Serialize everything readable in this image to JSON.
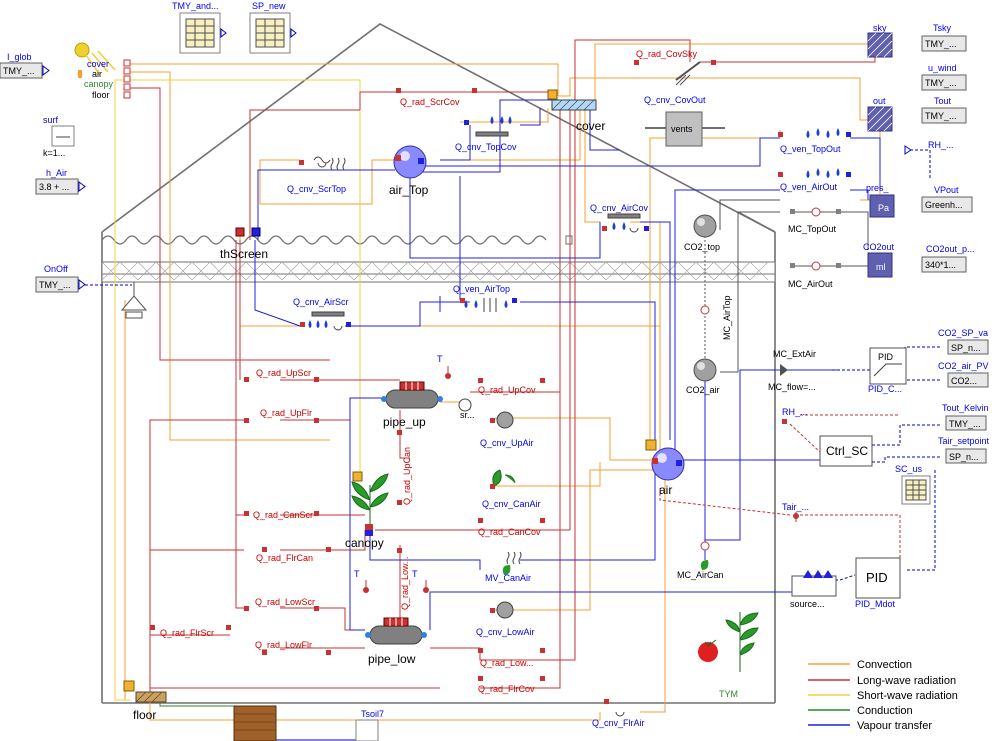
{
  "diagram": {
    "inputs": {
      "i_glob": {
        "label": "I_glob",
        "value": "TMY_..."
      },
      "onoff": {
        "label": "OnOff",
        "value": "TMY_..."
      },
      "surf": {
        "label": "surf",
        "value": "k=1..."
      },
      "h_air": {
        "label": "h_Air",
        "value": "3.8 + ..."
      },
      "tmy_and": {
        "label": "TMY_and..."
      },
      "sp_new": {
        "label": "SP_new"
      },
      "tsky": {
        "label": "Tsky",
        "value": "TMY_..."
      },
      "u_wind": {
        "label": "u_wind",
        "value": "TMY_..."
      },
      "tout": {
        "label": "Tout",
        "value": "TMY_..."
      },
      "rh": {
        "label": "RH_..."
      },
      "vpout": {
        "label": "VPout",
        "value": "Greenh..."
      },
      "co2out": {
        "label": "CO2out_p...",
        "value": "340*1..."
      },
      "co2_sp": {
        "label": "CO2_SP_va",
        "value": "SP_n..."
      },
      "co2_air_pv": {
        "label": "CO2_air_PV",
        "value": "CO2..."
      },
      "tout_kelvin": {
        "label": "Tout_Kelvin",
        "value": "TMY_..."
      },
      "tair_setpoint": {
        "label": "Tair_setpoint",
        "value": "SP_n..."
      },
      "tsoil": {
        "label": "Tsoil7"
      }
    },
    "components": {
      "solar_cover": "cover",
      "solar_air": "air",
      "solar_canopy": "canopy",
      "solar_floor": "floor",
      "sky": "sky",
      "out": "out",
      "pres": "pres_",
      "pres_unit": "Pa",
      "co2out_node": "CO2out",
      "co2out_unit": "ml",
      "cover": "cover",
      "vents": "vents",
      "air_top": "air_Top",
      "air": "air",
      "thscreen": "thScreen",
      "pipe_up": "pipe_up",
      "pipe_low": "pipe_low",
      "canopy": "canopy",
      "floor": "floor",
      "co2_top": "CO2_top",
      "co2_air": "CO2_air",
      "pid_co2": "PID",
      "pid_co2_name": "PID_C...",
      "ctrl_sc": "Ctrl_SC",
      "sc_us": "SC_us",
      "pid_mdot": "PID",
      "pid_mdot_name": "PID_Mdot",
      "source": "source...",
      "tym": "TYM",
      "t_sensor": "T",
      "rh_sensor": "RH_...",
      "tair_sensor": "Tair_..."
    },
    "flows": {
      "q_rad_covsky": "Q_rad_CovSky",
      "q_cnv_covout": "Q_cnv_CovOut",
      "q_rad_scrcov": "Q_rad_ScrCov",
      "q_cnv_topcov": "Q_cnv_TopCov",
      "q_cnv_scrtop": "Q_cnv_ScrTop",
      "q_ven_topout": "Q_ven_TopOut",
      "q_ven_airout": "Q_ven_AirOut",
      "q_cnv_aircov": "Q_cnv_AirCov",
      "mc_topout": "MC_TopOut",
      "mc_airout": "MC_AirOut",
      "q_cnv_airscr": "Q_cnv_AirScr",
      "q_ven_airtop": "Q_ven_AirTop",
      "mc_airtop": "MC_AirTop",
      "mc_extair": "MC_ExtAir",
      "mc_flow": "MC_flow=...",
      "q_rad_upscr": "Q_rad_UpScr",
      "q_rad_upcov": "Q_rad_UpCov",
      "q_rad_upflr": "Q_rad_UpFlr",
      "q_cnv_upair": "Q_cnv_UpAir",
      "q_rad_upcan": "Q_rad_UpCan",
      "q_rad_canscr": "Q_rad_CanScr",
      "q_cnv_canair": "Q_cnv_CanAir",
      "q_rad_cancov": "Q_rad_CanCov",
      "q_rad_flrcan": "Q_rad_FlrCan",
      "mv_canair": "MV_CanAir",
      "mc_aircan": "MC_AirCan",
      "q_rad_lowscr": "Q_rad_LowScr",
      "q_rad_low": "Q_rad_Low...",
      "q_rad_flrscr": "Q_rad_FlrScr",
      "q_rad_lowflr": "Q_rad_LowFlr",
      "q_cnv_lowair": "Q_cnv_LowAir",
      "q_rad_low2": "Q_rad_Low...",
      "q_rad_flrcov": "Q_rad_FlrCov",
      "q_cnv_flrair": "Q_cnv_FlrAir",
      "sr": "sr..."
    },
    "legend": [
      {
        "label": "Convection",
        "color": "#f5a030"
      },
      {
        "label": "Long-wave radiation",
        "color": "#c83232"
      },
      {
        "label": "Short-wave radiation",
        "color": "#f0d040"
      },
      {
        "label": "Conduction",
        "color": "#2a8a2a"
      },
      {
        "label": "Vapour transfer",
        "color": "#2020dd"
      }
    ]
  }
}
